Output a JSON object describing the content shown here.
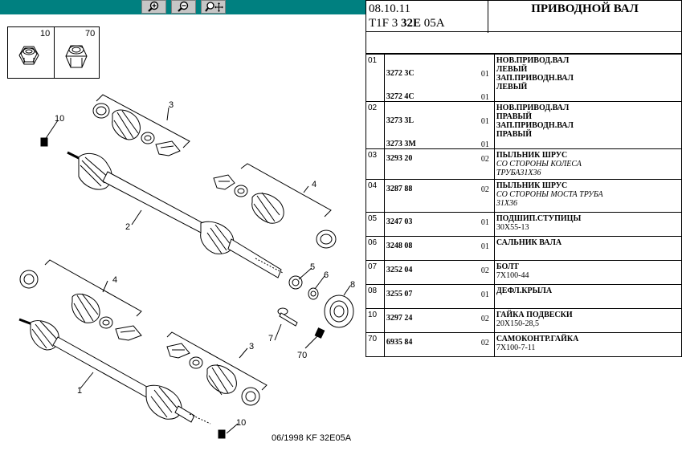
{
  "toolbar": {
    "buttons": [
      {
        "name": "zoom-in-button",
        "icon": "zoom-in-icon"
      },
      {
        "name": "zoom-out-button",
        "icon": "zoom-out-icon"
      },
      {
        "name": "zoom-pan-button",
        "icon": "zoom-pan-icon"
      }
    ]
  },
  "legend": {
    "left_label": "10",
    "right_label": "70"
  },
  "diagram": {
    "callouts": [
      "10",
      "3",
      "4",
      "2",
      "5",
      "6",
      "8",
      "4",
      "7",
      "70",
      "3",
      "1",
      "10"
    ],
    "footer": "06/1998   KF 32E05A"
  },
  "header": {
    "date": "08.10.11",
    "code_prefix": "T1F 3 ",
    "code_bold": "32E",
    "code_suffix": " 05A",
    "title": "ПРИВОДНОЙ ВАЛ"
  },
  "parts": [
    {
      "ref": "01",
      "items": [
        {
          "pn": "3272 3C",
          "qty": "01",
          "name": [
            "НОВ.ПРИВОД.ВАЛ",
            "ЛЕВЫЙ"
          ]
        },
        {
          "pn": "3272 4C",
          "qty": "01",
          "name": [
            "ЗАП.ПРИВОДН.ВАЛ",
            "ЛЕВЫЙ"
          ]
        }
      ]
    },
    {
      "ref": "02",
      "items": [
        {
          "pn": "3273 3L",
          "qty": "01",
          "name": [
            "НОВ.ПРИВОД.ВАЛ",
            "ПРАВЫЙ"
          ]
        },
        {
          "pn": "3273 3M",
          "qty": "01",
          "name": [
            "ЗАП.ПРИВОДН.ВАЛ",
            "ПРАВЫЙ"
          ]
        }
      ]
    },
    {
      "ref": "03",
      "items": [
        {
          "pn": "3293 20",
          "qty": "02",
          "name": [
            "ПЫЛЬНИК ШРУС"
          ],
          "desc": [
            "СО СТОРОНЫ КОЛЕСА",
            "ТРУБА31X36"
          ],
          "desc_italic": true
        }
      ]
    },
    {
      "ref": "04",
      "items": [
        {
          "pn": "3287 88",
          "qty": "02",
          "name": [
            "ПЫЛЬНИК ШРУС"
          ],
          "desc": [
            "СО СТОРОНЫ МОСТА ТРУБА",
            "31X36"
          ],
          "desc_italic": true
        }
      ]
    },
    {
      "ref": "05",
      "items": [
        {
          "pn": "3247 03",
          "qty": "01",
          "name": [
            "ПОДШИП.СТУПИЦЫ"
          ],
          "desc": [
            "30X55-13"
          ],
          "desc_italic": false
        }
      ]
    },
    {
      "ref": "06",
      "items": [
        {
          "pn": "3248 08",
          "qty": "01",
          "name": [
            "САЛЬНИК ВАЛА"
          ]
        }
      ]
    },
    {
      "ref": "07",
      "items": [
        {
          "pn": "3252 04",
          "qty": "02",
          "name": [
            "БОЛТ"
          ],
          "desc": [
            "7X100-44"
          ],
          "desc_italic": false
        }
      ]
    },
    {
      "ref": "08",
      "items": [
        {
          "pn": "3255 07",
          "qty": "01",
          "name": [
            "ДЕФЛ.КРЫЛА"
          ]
        }
      ]
    },
    {
      "ref": "10",
      "items": [
        {
          "pn": "3297 24",
          "qty": "02",
          "name": [
            "ГАЙКА ПОДВЕСКИ"
          ],
          "desc": [
            "20X150-28,5"
          ],
          "desc_italic": false
        }
      ]
    },
    {
      "ref": "70",
      "items": [
        {
          "pn": "6935 84",
          "qty": "02",
          "name": [
            "САМОКОНТР.ГАЙКА"
          ],
          "desc": [
            "7X100-7-11"
          ],
          "desc_italic": false
        }
      ]
    }
  ]
}
